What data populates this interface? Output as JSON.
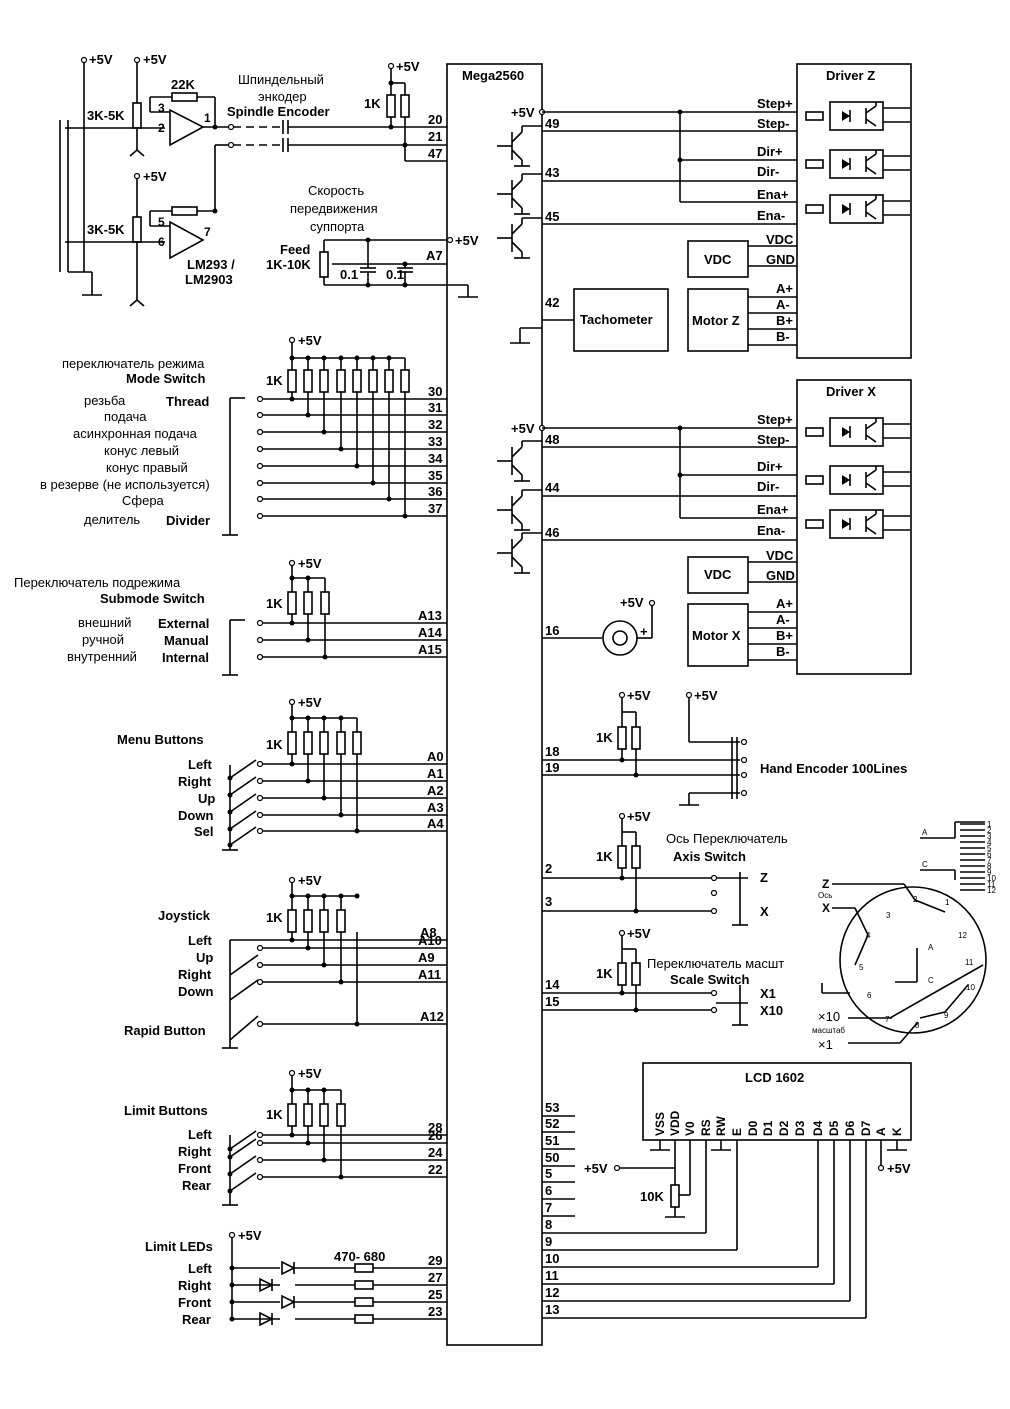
{
  "mcu": {
    "name": "Mega2560"
  },
  "supply": {
    "vcc": "+5V"
  },
  "spindle": {
    "label_ru1": "Шпиндельный",
    "label_ru2": "энкодер",
    "label_en": "Spindle Encoder",
    "r_pot": "3K-5K",
    "r_fb": "22K",
    "chip": "LM293 /",
    "chip2": "LM2903",
    "pull": "1K",
    "pins": [
      "20",
      "21",
      "47"
    ],
    "opamp_pins": [
      "3",
      "2",
      "1",
      "5",
      "6",
      "7"
    ]
  },
  "feed": {
    "label_ru1": "Скорость",
    "label_ru2": "передвижения",
    "label_ru3": "суппорта",
    "name": "Feed",
    "value": "1K-10K",
    "cap": "0.1",
    "pin": "A7"
  },
  "mode": {
    "label_ru": "переключатель режима",
    "label_en": "Mode Switch",
    "pull": "1K",
    "items": [
      {
        "ru": "резьба",
        "en": "Thread",
        "pin": "30"
      },
      {
        "ru": "подача",
        "en": "",
        "pin": "31"
      },
      {
        "ru": "асинхронная подача",
        "en": "",
        "pin": "32"
      },
      {
        "ru": "конус левый",
        "en": "",
        "pin": "33"
      },
      {
        "ru": "конус правый",
        "en": "",
        "pin": "34"
      },
      {
        "ru": "в резерве (не используется)",
        "en": "",
        "pin": "35"
      },
      {
        "ru": "Сфера",
        "en": "",
        "pin": "36"
      },
      {
        "ru": "делитель",
        "en": "Divider",
        "pin": "37"
      }
    ]
  },
  "submode": {
    "label_ru": "Переключатель подрежима",
    "label_en": "Submode Switch",
    "pull": "1K",
    "items": [
      {
        "ru": "внешний",
        "en": "External",
        "pin": "A13"
      },
      {
        "ru": "ручной",
        "en": "Manual",
        "pin": "A14"
      },
      {
        "ru": "внутренний",
        "en": "Internal",
        "pin": "A15"
      }
    ]
  },
  "menu": {
    "title": "Menu Buttons",
    "pull": "1K",
    "items": [
      {
        "label": "Left",
        "pin": "A0"
      },
      {
        "label": "Right",
        "pin": "A1"
      },
      {
        "label": "Up",
        "pin": "A2"
      },
      {
        "label": "Down",
        "pin": "A3"
      },
      {
        "label": "Sel",
        "pin": "A4"
      }
    ]
  },
  "joystick": {
    "title": "Joystick",
    "pull": "1K",
    "items": [
      {
        "label": "Left",
        "pin": "A8"
      },
      {
        "label": "Up",
        "pin": "A10"
      },
      {
        "label": "Right",
        "pin": "A9"
      },
      {
        "label": "Down",
        "pin": "A11"
      }
    ],
    "rapid": {
      "label": "Rapid Button",
      "pin": "A12"
    }
  },
  "limits": {
    "title": "Limit Buttons",
    "pull": "1K",
    "items": [
      {
        "label": "Left",
        "pin": "28"
      },
      {
        "label": "Right",
        "pin": "26"
      },
      {
        "label": "Front",
        "pin": "24"
      },
      {
        "label": "Rear",
        "pin": "22"
      }
    ]
  },
  "leds": {
    "title": "Limit LEDs",
    "resistor": "470- 680",
    "items": [
      {
        "label": "Left",
        "pin": "29"
      },
      {
        "label": "Right",
        "pin": "27"
      },
      {
        "label": "Front",
        "pin": "25"
      },
      {
        "label": "Rear",
        "pin": "23"
      }
    ]
  },
  "driver_z": {
    "title": "Driver Z",
    "pins_mcu": [
      "49",
      "43",
      "45"
    ],
    "inputs": [
      "Step+",
      "Step-",
      "Dir+",
      "Dir-",
      "Ena+",
      "Ena-"
    ],
    "vdc": "VDC",
    "vdc_pins": [
      "VDC",
      "GND"
    ],
    "motor": "Motor Z",
    "motor_pins": [
      "A+",
      "A-",
      "B+",
      "B-"
    ]
  },
  "tacho": {
    "label": "Tachometer",
    "pin": "42"
  },
  "driver_x": {
    "title": "Driver X",
    "pins_mcu": [
      "48",
      "44",
      "46"
    ],
    "inputs": [
      "Step+",
      "Step-",
      "Dir+",
      "Dir-",
      "Ena+",
      "Ena-"
    ],
    "vdc": "VDC",
    "vdc_pins": [
      "VDC",
      "GND"
    ],
    "motor": "Motor X",
    "motor_pins": [
      "A+",
      "A-",
      "B+",
      "B-"
    ]
  },
  "buzzer": {
    "pin": "16",
    "plus": "+"
  },
  "hand_encoder": {
    "label": "Hand Encoder 100Lines",
    "pull": "1K",
    "pins": [
      "18",
      "19"
    ]
  },
  "axis_switch": {
    "label_ru": "Ось Переключатель",
    "label_en": "Axis Switch",
    "pull": "1K",
    "pins": [
      "2",
      "3"
    ],
    "positions": [
      "Z",
      "X"
    ]
  },
  "scale_switch": {
    "label_ru": "Переключатель масшт",
    "label_en": "Scale Switch",
    "pull": "1K",
    "pins": [
      "14",
      "15"
    ],
    "positions": [
      "X1",
      "X10"
    ]
  },
  "rotary": {
    "z": "Z",
    "os": "Ось",
    "x": "X",
    "x10": "×10",
    "scale": "масштаб",
    "x1": "×1",
    "a": "A",
    "c": "C",
    "numbers": [
      "1",
      "2",
      "3",
      "4",
      "5",
      "6",
      "7",
      "8",
      "9",
      "10",
      "11",
      "12"
    ]
  },
  "lcd": {
    "title": "LCD 1602",
    "pot": "10K",
    "pins": [
      "VSS",
      "VDD",
      "V0",
      "RS",
      "RW",
      "E",
      "D0",
      "D1",
      "D2",
      "D3",
      "D4",
      "D5",
      "D6",
      "D7",
      "A",
      "K"
    ],
    "mcu_pins": [
      "53",
      "52",
      "51",
      "50",
      "5",
      "6",
      "7",
      "8",
      "9",
      "10",
      "11",
      "12",
      "13"
    ]
  }
}
